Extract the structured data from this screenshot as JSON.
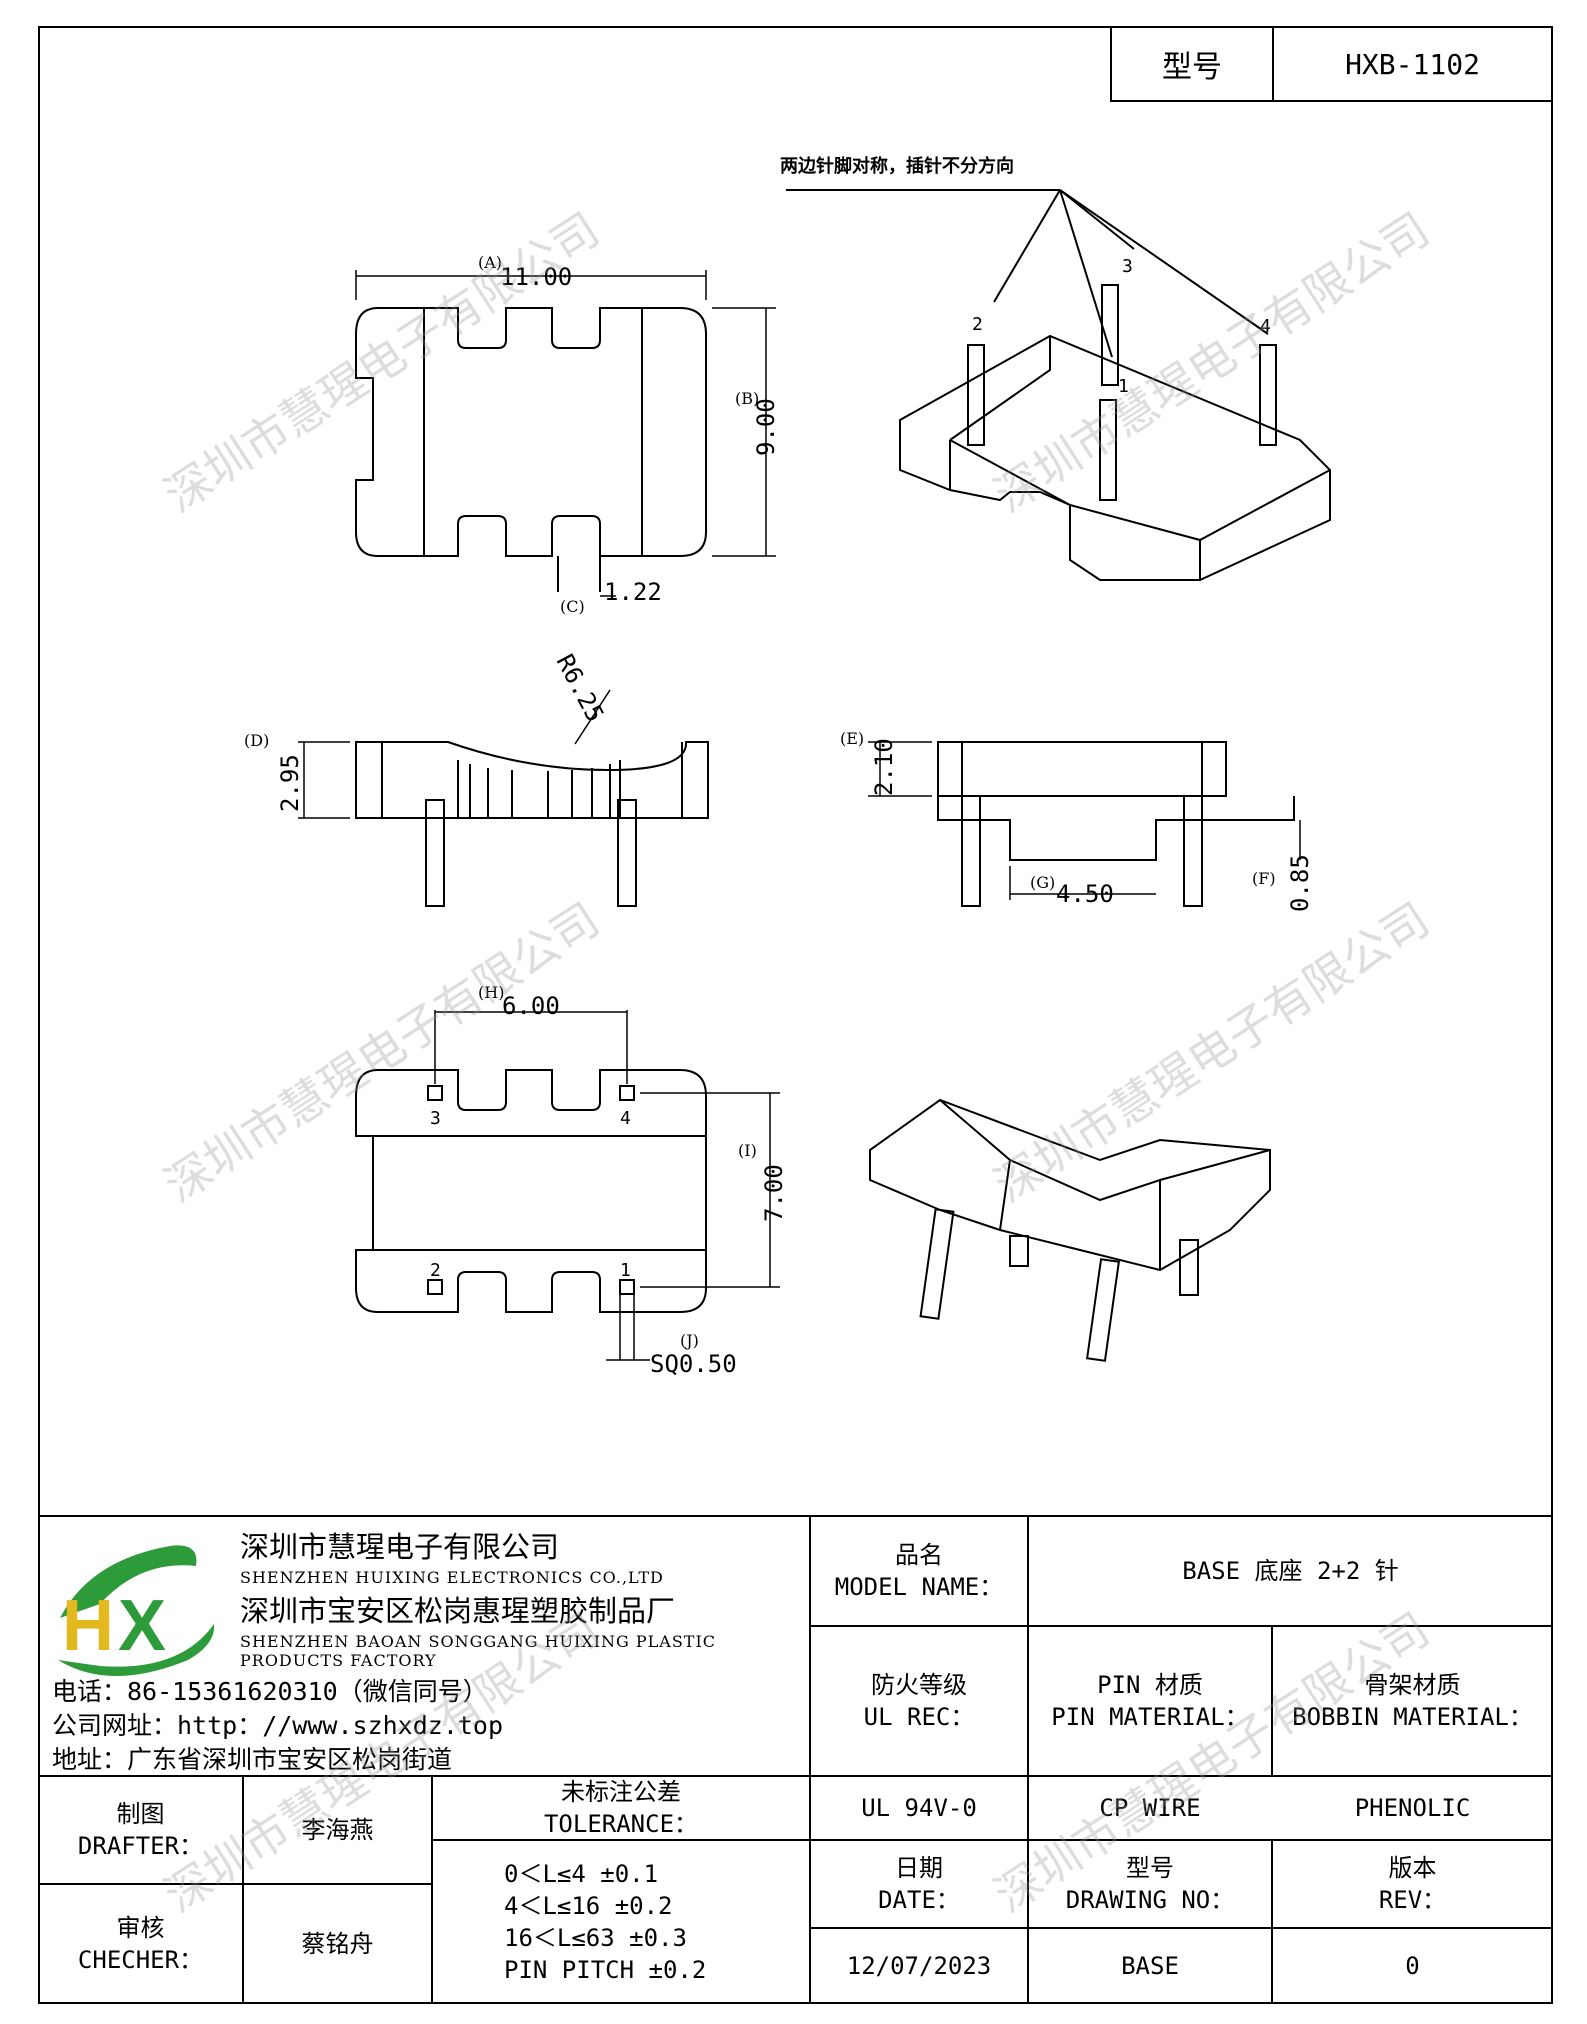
{
  "header": {
    "model_label": "型号",
    "model_value": "HXB-1102"
  },
  "views": {
    "note": "两边针脚对称，插针不分方向",
    "pins": [
      "1",
      "2",
      "3",
      "4"
    ],
    "top": {
      "A_tag": "(A)",
      "A_val": "11.00",
      "B_tag": "(B)",
      "B_val": "9.00",
      "C_tag": "(C)",
      "C_val": "1.22"
    },
    "front": {
      "R_val": "R6.25",
      "D_tag": "(D)",
      "D_val": "2.95"
    },
    "side": {
      "E_tag": "(E)",
      "E_val": "2.10",
      "G_tag": "(G)",
      "G_val": "4.50",
      "F_tag": "(F)",
      "F_val": "0.85"
    },
    "bottom": {
      "H_tag": "(H)",
      "H_val": "6.00",
      "I_tag": "(I)",
      "I_val": "7.00",
      "J_tag": "(J)",
      "J_val": "SQ0.50"
    }
  },
  "watermark": "深圳市慧瑆电子有限公司",
  "company": {
    "logo_text": "HX",
    "name_cn": "深圳市慧瑆电子有限公司",
    "name_en": "SHENZHEN HUIXING ELECTRONICS CO.,LTD",
    "factory_cn": "深圳市宝安区松岗惠瑆塑胶制品厂",
    "factory_en": "SHENZHEN BAOAN SONGGANG HUIXING PLASTIC PRODUCTS FACTORY",
    "phone": "电话：86-15361620310（微信同号）",
    "website": "公司网址：http：//www.szhxdz.top",
    "address": "地址：广东省深圳市宝安区松岗街道"
  },
  "title_block": {
    "model_name_cn": "品名",
    "model_name_en": "MODEL NAME：",
    "model_name_value": "BASE 底座 2+2 针",
    "ul_cn": "防火等级",
    "ul_en": "UL REC：",
    "pin_cn": "PIN 材质",
    "pin_en": "PIN MATERIAL：",
    "bobbin_cn": "骨架材质",
    "bobbin_en": "BOBBIN MATERIAL：",
    "ul_value": "UL 94V-0",
    "pin_value": "CP WIRE",
    "bobbin_value": "PHENOLIC",
    "date_cn": "日期",
    "date_en": "DATE：",
    "drawing_cn": "型号",
    "drawing_en": "DRAWING NO：",
    "rev_cn": "版本",
    "rev_en": "REV：",
    "date_value": "12/07/2023",
    "drawing_value": "BASE",
    "rev_value": "0",
    "drafter_cn": "制图",
    "drafter_en": "DRAFTER：",
    "drafter_name": "李海燕",
    "checker_cn": "审核",
    "checker_en": "CHECHER：",
    "checker_name": "蔡铭舟",
    "tolerance_cn": "未标注公差",
    "tolerance_en": "TOLERANCE：",
    "tolerance_lines": [
      "0＜L≤4  ±0.1",
      "4＜L≤16 ±0.2",
      "16＜L≤63 ±0.3",
      "PIN PITCH ±0.2"
    ]
  }
}
